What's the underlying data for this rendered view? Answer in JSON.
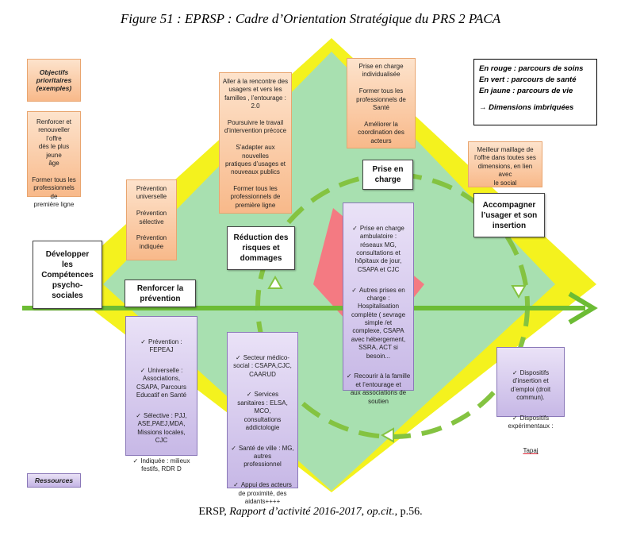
{
  "title": "Figure 51 : EPRSP : Cadre d’Orientation Stratégique du PRS 2 PACA",
  "caption": {
    "prefix": "ERSP, ",
    "source": "Rapport d’activité 2016-2017",
    "sep": ", ",
    "opcit": "op.cit.",
    "page": ", p.56."
  },
  "legend": {
    "rouge": "En rouge : parcours de soins",
    "vert": "En vert : parcours de santé",
    "jaune": "En jaune : parcours de vie",
    "dimensions": "→ Dimensions imbriquées"
  },
  "colors": {
    "yellow": "#f4f21e",
    "green": "#a8e0b0",
    "red": "#f47a82",
    "arrow": "#6cbc34",
    "dashed": "#84c341",
    "orange_top": "#fde3cc",
    "orange_bottom": "#f8b98a",
    "purple_top": "#eae2f7",
    "purple_bottom": "#c7b8e6"
  },
  "labels": {
    "objectifs": "Objectifs\nprioritaires\n(exemples)",
    "ressources": "Ressources",
    "developper": "Développer\nles\nCompétences\npsycho-\nsociales",
    "renforcer": "Renforcer la\nprévention",
    "reduction": "Réduction des\nrisques et\ndommages",
    "prise_en_charge": "Prise en\ncharge",
    "accompagner": "Accompagner\nl’usager et son\ninsertion"
  },
  "orange_boxes": {
    "renouveler": "Renforcer et\nrenouveller l’offre\ndès le plus jeune\nâge\n\nFormer tous les\nprofessionnels de\npremière ligne",
    "prevention": "Prévention\nuniverselle\n\nPrévention\nsélective\n\nPrévention\nindiquée",
    "aller": "Aller à la rencontre des\nusagers et vers les\nfamilles , l’entourage :\n2.0\n\nPoursuivre le travail\nd’intervention précoce\n\nS’adapter aux nouvelles\npratiques d’usages et\nnouveaux publics\n\nFormer tous les\nprofessionnels de\npremière ligne",
    "individualisee": "Prise en charge\nindividualisée\n\nFormer tous les\nprofessionnels de\nSanté\n\nAméliorer la\ncoordination des\nacteurs",
    "maillage": "Meilleur maillage de\nl’offre dans toutes ses\ndimensions, en lien avec\nle social"
  },
  "purple_boxes": {
    "prevention_items": [
      "Prévention :\nFEPEAJ",
      "Universelle :\nAssociations,\nCSAPA, Parcours\nEducatif en Santé",
      "Sélective : PJJ,\nASE,PAEJ,MDA,\nMissions locales,\nCJC",
      "Indiquée : milieux\nfestifs, RDR D"
    ],
    "medico_items": [
      "Secteur médico-\nsocial : CSAPA,CJC,\nCAARUD",
      "Services\nsanitaires : ELSA,\nMCO,\nconsultations\naddictologie",
      "Santé de ville : MG,\nautres\nprofessionnel",
      "Appui des acteurs\nde proximité, des\naidants++++"
    ],
    "pec_items": [
      "Prise en charge\nambulatoire :\nréseaux MG,\nconsultations et\nhôpitaux de jour,\nCSAPA et CJC",
      "Autres prises en\ncharge :\nHospitalisation\ncomplète ( sevrage\nsimple /et\ncomplexe, CSAPA\navec hébergement,\nSSRA, ACT si\nbesoin...",
      "Recourir à la famille\net l’entourage et\naux associations de\nsoutien"
    ],
    "insertion_items": [
      "Dispositifs\nd’insertion et\nd’emploi (droit\ncommun).",
      "Dispositifs\nexpérimentaux :"
    ],
    "tapaj": "Tapaj"
  }
}
